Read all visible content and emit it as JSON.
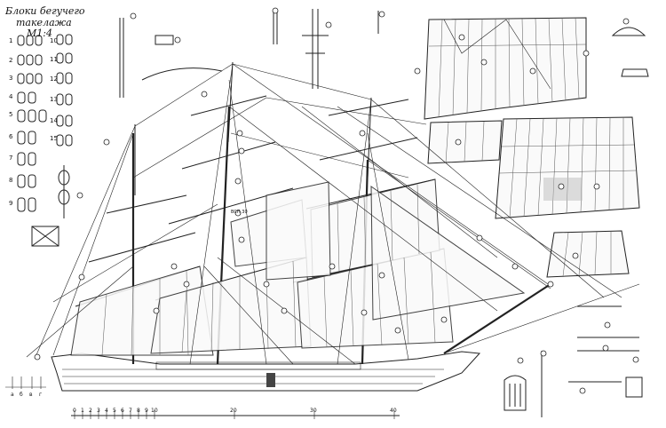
{
  "title": {
    "line1": "Блоки бегучего",
    "line2": "такелажа",
    "scale": "M1:4"
  },
  "block_numbers": [
    "1",
    "2",
    "3",
    "4",
    "5",
    "6",
    "7",
    "8",
    "9",
    "10",
    "11",
    "12",
    "13",
    "14",
    "15"
  ],
  "scale_bar": {
    "ticks": [
      "0",
      "1",
      "2",
      "3",
      "4",
      "5",
      "6",
      "7",
      "8",
      "9",
      "10"
    ],
    "labels": [
      "20",
      "30",
      "40"
    ]
  },
  "bottom_left_letters": [
    "а",
    "б",
    "в",
    "г"
  ],
  "side_text": "ВСП\n30"
}
